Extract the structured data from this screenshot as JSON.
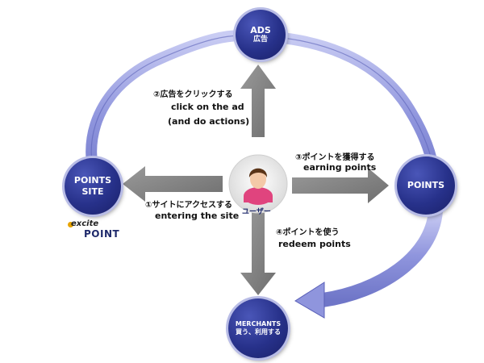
{
  "nodes": {
    "ads": {
      "label_en": "ADS",
      "label_jp": "広告"
    },
    "points_site": {
      "label_line1": "POINTS",
      "label_line2": "SITE"
    },
    "points": {
      "label_en": "POINTS"
    },
    "merchants": {
      "label_en": "MERCHANTS",
      "label_jp": "買う、利用する"
    }
  },
  "user": {
    "label": "ユーザー"
  },
  "steps": [
    {
      "jp": "①サイトにアクセスする",
      "en": "entering the site"
    },
    {
      "jp": "②広告をクリックする",
      "en_line1": "click on the ad",
      "en_line2": "(and do actions)"
    },
    {
      "jp": "③ポイントを獲得する",
      "en": "earning points"
    },
    {
      "jp": "④ポイントを使う",
      "en": "redeem points"
    }
  ],
  "logo": {
    "top": "excite",
    "bottom": "POINT"
  },
  "colors": {
    "node_fill": "#27318a",
    "ring": "#8f95dd",
    "arrow": "#8a8a8a"
  },
  "icons": {
    "user": "user-avatar-icon"
  }
}
